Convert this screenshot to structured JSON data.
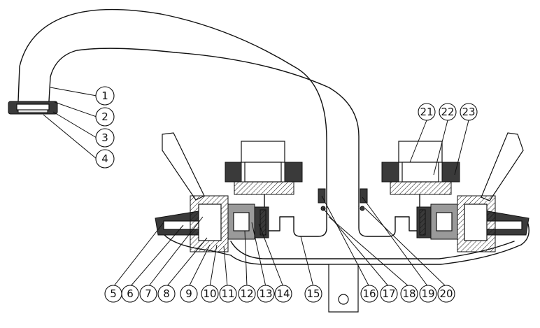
{
  "diagram": {
    "type": "exploded-section-drawing",
    "subject": "two-handle wall-mounted faucet with swivel spout",
    "callouts": [
      {
        "id": "1",
        "label": "1"
      },
      {
        "id": "2",
        "label": "2"
      },
      {
        "id": "3",
        "label": "3"
      },
      {
        "id": "4",
        "label": "4"
      },
      {
        "id": "5",
        "label": "5"
      },
      {
        "id": "6",
        "label": "6"
      },
      {
        "id": "7",
        "label": "7"
      },
      {
        "id": "8",
        "label": "8"
      },
      {
        "id": "9",
        "label": "9"
      },
      {
        "id": "10",
        "label": "10"
      },
      {
        "id": "11",
        "label": "11"
      },
      {
        "id": "12",
        "label": "12"
      },
      {
        "id": "13",
        "label": "13"
      },
      {
        "id": "14",
        "label": "14"
      },
      {
        "id": "15",
        "label": "15"
      },
      {
        "id": "16",
        "label": "16"
      },
      {
        "id": "17",
        "label": "17"
      },
      {
        "id": "18",
        "label": "18"
      },
      {
        "id": "19",
        "label": "19"
      },
      {
        "id": "20",
        "label": "20"
      },
      {
        "id": "21",
        "label": "21"
      },
      {
        "id": "22",
        "label": "22"
      },
      {
        "id": "23",
        "label": "23"
      }
    ]
  }
}
